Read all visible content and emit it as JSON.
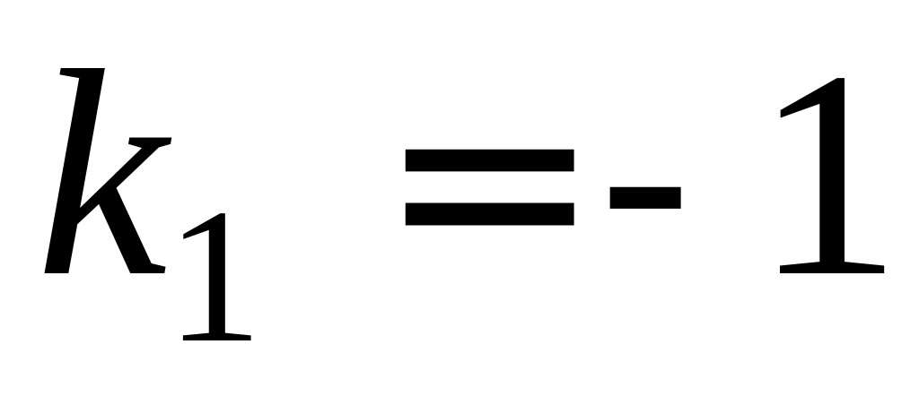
{
  "equation": {
    "variable": "k",
    "subscript": "1",
    "operator": "=",
    "sign": "-",
    "value": "1"
  }
}
